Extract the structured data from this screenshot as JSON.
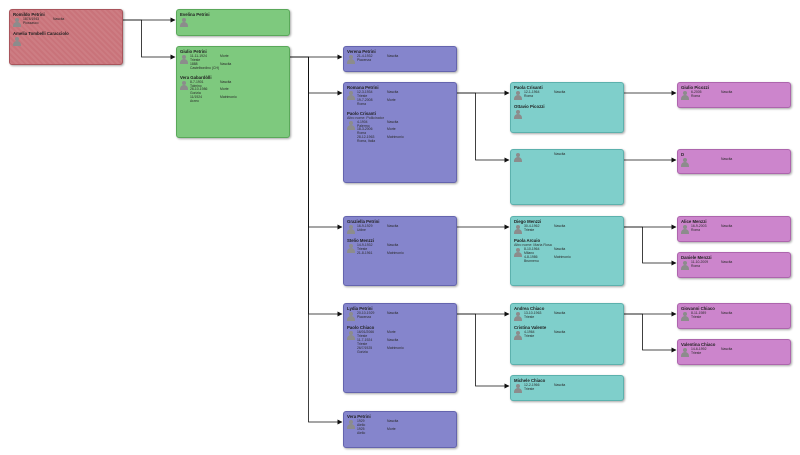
{
  "colors": {
    "gen0": "#c9737a",
    "gen1": "#7ec97e",
    "gen2": "#8585cc",
    "gen3": "#7fcfcb",
    "gen4": "#cc85cc",
    "connector": "#111111"
  },
  "labels": {
    "birth": "Nascita",
    "death": "Morte",
    "marriage": "Matrimonio",
    "aka": "Altro nome"
  },
  "cards": [
    {
      "id": "romildo",
      "gen": 0,
      "people": [
        {
          "name": "Romildo Petrini",
          "events": [
            {
              "date": "1874/1943",
              "place": "Piossasco",
              "type": "Nascita"
            }
          ]
        },
        {
          "name": "Amelia Tombelli Caracciolo",
          "events": []
        }
      ]
    },
    {
      "id": "evelina",
      "gen": 1,
      "people": [
        {
          "name": "Evelina Petrini",
          "events": []
        }
      ]
    },
    {
      "id": "giulio",
      "gen": 1,
      "people": [
        {
          "name": "Giulio Petrini",
          "events": [
            {
              "date": "11-11-1924",
              "place": "Trieste",
              "type": "Morte"
            },
            {
              "date": "1888",
              "place": "Castelbordino (CH)",
              "type": "Nascita"
            }
          ]
        },
        {
          "name": "Vera Gabardòlli",
          "events": [
            {
              "date": "8-7-1901",
              "place": "Tolmino",
              "type": "Nascita"
            },
            {
              "date": "26-10-1986",
              "place": "Gorizia",
              "type": "Morte"
            },
            {
              "date": "11/1924",
              "place": "Arzeo",
              "type": "Matrimonio"
            }
          ]
        }
      ]
    },
    {
      "id": "verena",
      "gen": 2,
      "people": [
        {
          "name": "Verena Petrini",
          "events": [
            {
              "date": "21-4-1932",
              "place": "Piacenza",
              "type": "Nascita"
            }
          ]
        }
      ]
    },
    {
      "id": "romana",
      "gen": 2,
      "people": [
        {
          "name": "Romana Petrini",
          "events": [
            {
              "date": "12-3-1934",
              "place": "Trieste",
              "type": "Nascita"
            },
            {
              "date": "19-7-2008",
              "place": "Roma",
              "type": "Morte"
            }
          ]
        },
        {
          "name": "Paolo Crisanti",
          "aka": "Altro nome: Pollicinator",
          "events": [
            {
              "date": "4-1904",
              "place": "Palermo",
              "type": "Nascita"
            },
            {
              "date": "18-3-2006",
              "place": "Roma",
              "type": "Morte"
            },
            {
              "date": "28-12-1963",
              "place": "Roma, Italia",
              "type": "Matrimonio"
            }
          ]
        }
      ]
    },
    {
      "id": "graziella",
      "gen": 2,
      "people": [
        {
          "name": "Graziella Petrini",
          "events": [
            {
              "date": "16-9-1929",
              "place": "Udine",
              "type": "Nascita"
            }
          ]
        },
        {
          "name": "Stelio Menzzi",
          "events": [
            {
              "date": "14-9-1932",
              "place": "Trieste",
              "type": "Nascita"
            },
            {
              "date": "21-8-1961",
              "place": "",
              "type": "Matrimonio"
            }
          ]
        }
      ]
    },
    {
      "id": "lydia",
      "gen": 2,
      "people": [
        {
          "name": "Lydia Petrini",
          "events": [
            {
              "date": "20-10-1929",
              "place": "Piacenza",
              "type": "Nascita"
            }
          ]
        },
        {
          "name": "Paolo Chiaco",
          "events": [
            {
              "date": "16/01/2066",
              "place": "Trieste",
              "type": "Morte"
            },
            {
              "date": "11-7-1924",
              "place": "Trieste",
              "type": "Nascita"
            },
            {
              "date": "26/7/1925",
              "place": "Gorizia",
              "type": "Matrimonio"
            }
          ]
        }
      ]
    },
    {
      "id": "vera",
      "gen": 2,
      "people": [
        {
          "name": "Vera Petrini",
          "events": [
            {
              "date": "1929",
              "place": "Aiello",
              "type": "Nascita"
            },
            {
              "date": "1925",
              "place": "Aiello",
              "type": "Morte"
            }
          ]
        }
      ]
    },
    {
      "id": "paola",
      "gen": 3,
      "people": [
        {
          "name": "Paola Crisanti",
          "events": [
            {
              "date": "12-1-1964",
              "place": "Roma",
              "type": "Nascita"
            }
          ]
        },
        {
          "name": "Ottavio Picozzi",
          "events": []
        }
      ]
    },
    {
      "id": "unknown3",
      "gen": 3,
      "people": [
        {
          "name": "",
          "events": [
            {
              "date": "",
              "place": "",
              "type": "Nascita"
            }
          ]
        }
      ]
    },
    {
      "id": "diego",
      "gen": 3,
      "people": [
        {
          "name": "Diego Menzzi",
          "events": [
            {
              "date": "30-4-1962",
              "place": "Trieste",
              "type": "Nascita"
            }
          ]
        },
        {
          "name": "Paola Arcuio",
          "aka": "Altro nome: Maria Rosa",
          "events": [
            {
              "date": "8-10-1964",
              "place": "Milano",
              "type": "Nascita"
            },
            {
              "date": "4-8-1986",
              "place": "Brunnenu",
              "type": "Matrimonio"
            }
          ]
        }
      ]
    },
    {
      "id": "andrea",
      "gen": 3,
      "people": [
        {
          "name": "Andrea Chiaco",
          "events": [
            {
              "date": "13-10-1963",
              "place": "Trieste",
              "type": "Nascita"
            }
          ]
        },
        {
          "name": "Cristina Valente",
          "events": [
            {
              "date": "4-1964",
              "place": "Trieste",
              "type": "Nascita"
            }
          ]
        }
      ]
    },
    {
      "id": "michele",
      "gen": 3,
      "people": [
        {
          "name": "Michele Chiaco",
          "events": [
            {
              "date": "12-2-1966",
              "place": "Trieste",
              "type": "Nascita"
            }
          ]
        }
      ]
    },
    {
      "id": "giulio2",
      "gen": 4,
      "people": [
        {
          "name": "Giulio Picozzi",
          "events": [
            {
              "date": "6-2005",
              "place": "Roma",
              "type": "Nascita"
            }
          ]
        }
      ]
    },
    {
      "id": "d4",
      "gen": 4,
      "people": [
        {
          "name": "D",
          "events": [
            {
              "date": "",
              "place": "",
              "type": "Nascita"
            }
          ]
        }
      ]
    },
    {
      "id": "alice",
      "gen": 4,
      "people": [
        {
          "name": "Alice Menzzi",
          "events": [
            {
              "date": "16-9-2003",
              "place": "Roma",
              "type": "Nascita"
            }
          ]
        }
      ]
    },
    {
      "id": "daniele",
      "gen": 4,
      "people": [
        {
          "name": "Daniele Menzzi",
          "events": [
            {
              "date": "11-10-2009",
              "place": "Roma",
              "type": "Nascita"
            }
          ]
        }
      ]
    },
    {
      "id": "giovanni",
      "gen": 4,
      "people": [
        {
          "name": "Giovanni Chiaco",
          "events": [
            {
              "date": "8-11-1989",
              "place": "Trieste",
              "type": "Nascita"
            }
          ]
        }
      ]
    },
    {
      "id": "valentina",
      "gen": 4,
      "people": [
        {
          "name": "Valentina Chiaco",
          "events": [
            {
              "date": "14-6-1992",
              "place": "Trieste",
              "type": "Nascita"
            }
          ]
        }
      ]
    }
  ],
  "links": [
    {
      "from": "romildo",
      "to": "evelina"
    },
    {
      "from": "romildo",
      "to": "giulio"
    },
    {
      "from": "giulio",
      "to": "verena"
    },
    {
      "from": "giulio",
      "to": "romana"
    },
    {
      "from": "giulio",
      "to": "graziella"
    },
    {
      "from": "giulio",
      "to": "lydia"
    },
    {
      "from": "giulio",
      "to": "vera"
    },
    {
      "from": "romana",
      "to": "paola"
    },
    {
      "from": "romana",
      "to": "unknown3"
    },
    {
      "from": "graziella",
      "to": "diego"
    },
    {
      "from": "lydia",
      "to": "andrea"
    },
    {
      "from": "lydia",
      "to": "michele"
    },
    {
      "from": "paola",
      "to": "giulio2"
    },
    {
      "from": "unknown3",
      "to": "d4"
    },
    {
      "from": "diego",
      "to": "alice"
    },
    {
      "from": "diego",
      "to": "daniele"
    },
    {
      "from": "andrea",
      "to": "giovanni"
    },
    {
      "from": "andrea",
      "to": "valentina"
    }
  ]
}
